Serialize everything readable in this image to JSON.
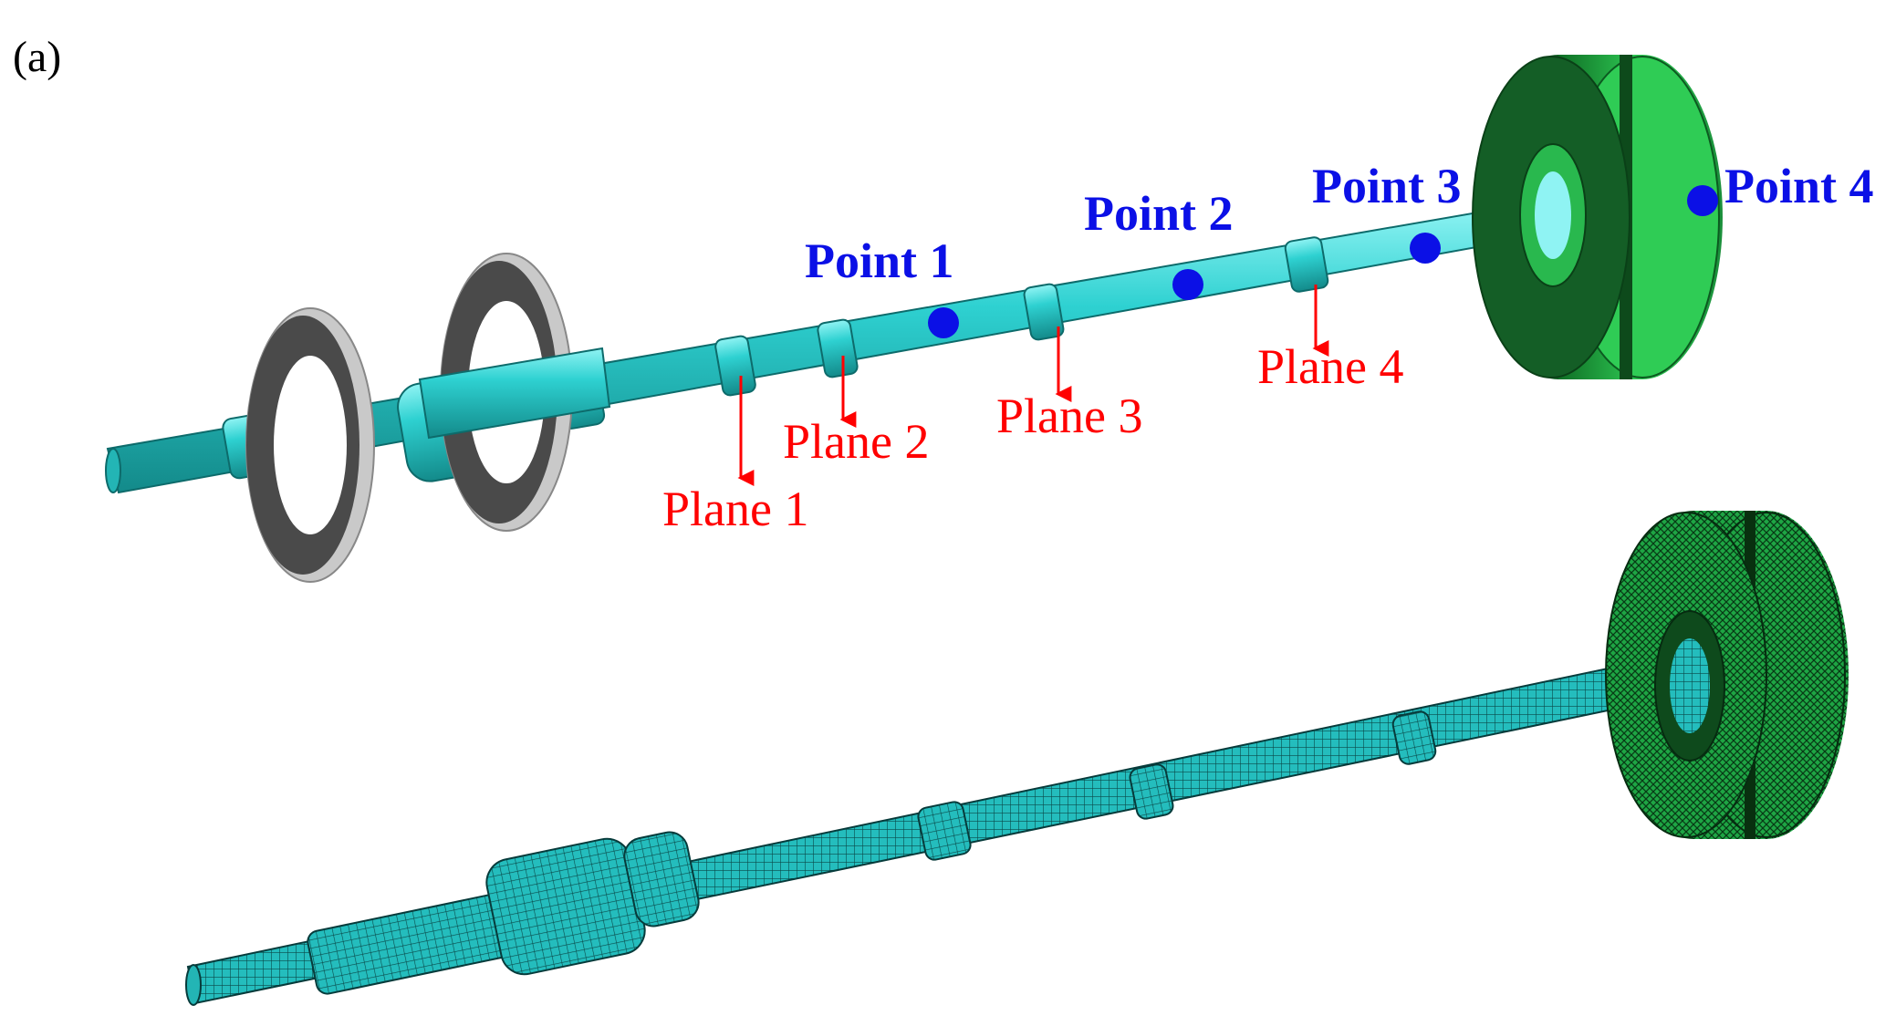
{
  "panel_label": "(a)",
  "points": [
    {
      "label": "Point 1"
    },
    {
      "label": "Point 2"
    },
    {
      "label": "Point 3"
    },
    {
      "label": "Point 4"
    }
  ],
  "planes": [
    {
      "label": "Plane 1"
    },
    {
      "label": "Plane 2"
    },
    {
      "label": "Plane 3"
    },
    {
      "label": "Plane 4"
    }
  ],
  "colors": {
    "shaft": "#2ed1d1",
    "disk": "#2fcc55",
    "ring": "#4a4a4a",
    "point": "#0b10e6",
    "plane": "#ff0000",
    "mesh_line": "#0a3d3d"
  }
}
